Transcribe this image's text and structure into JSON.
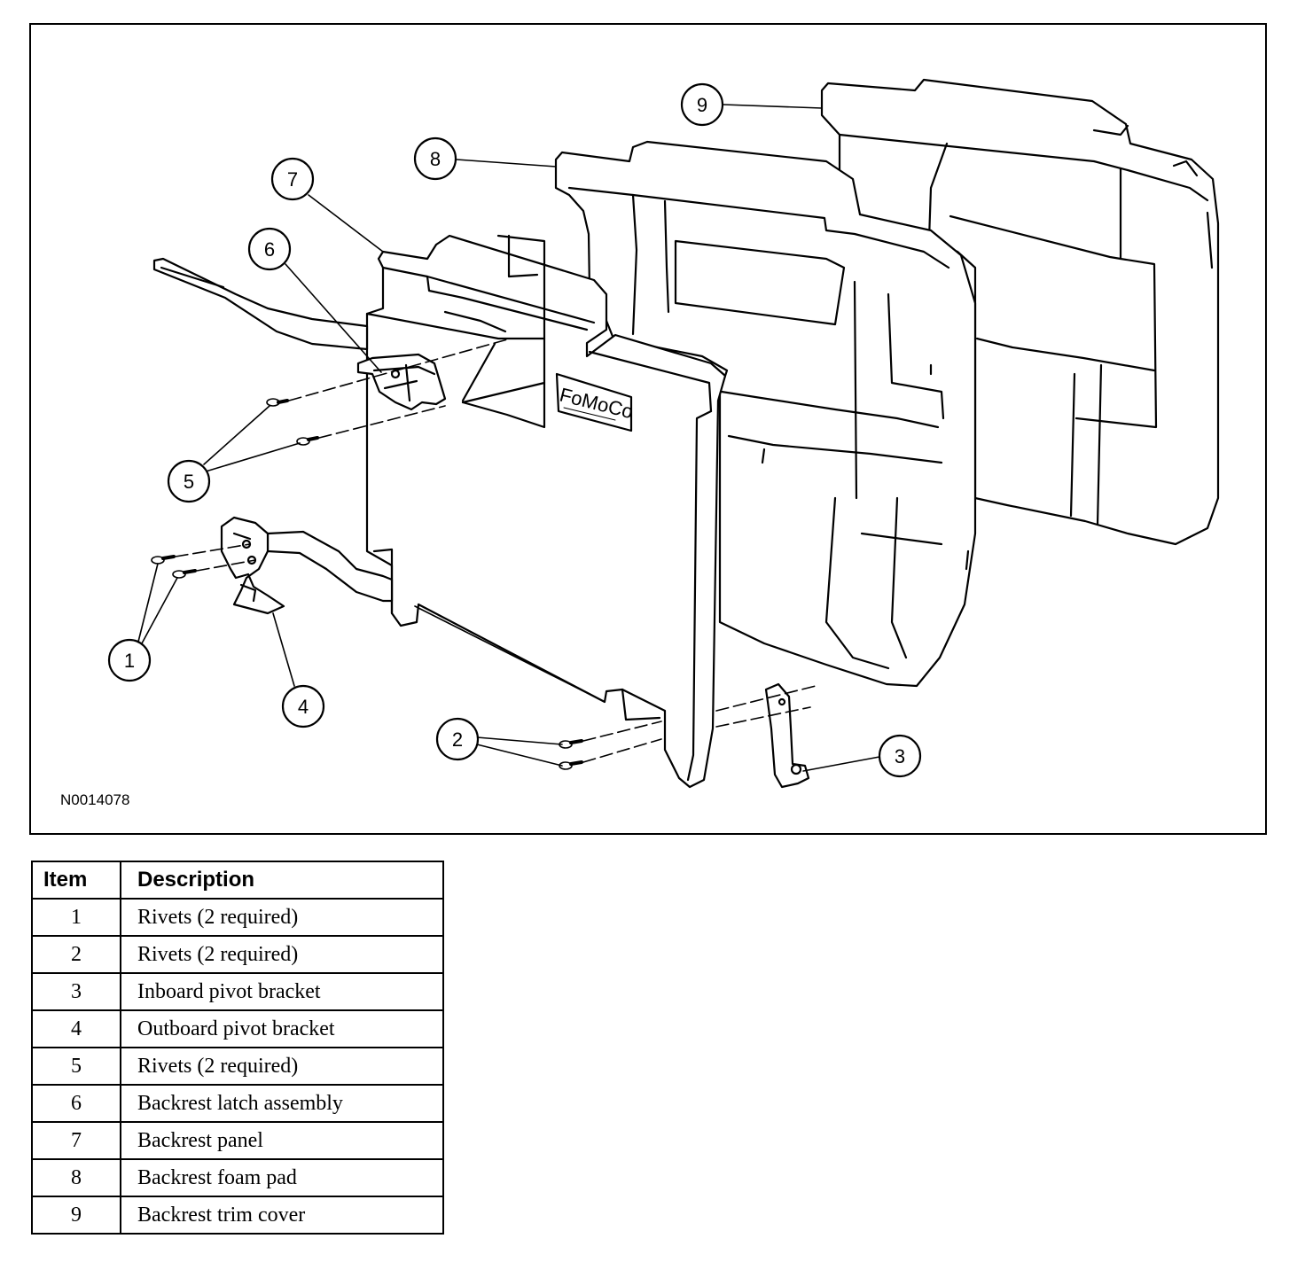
{
  "diagram": {
    "figure_id": "N0014078",
    "callouts": [
      "1",
      "2",
      "3",
      "4",
      "5",
      "6",
      "7",
      "8",
      "9"
    ],
    "logo_text": "FoMoCo"
  },
  "legend": {
    "header_item": "Item",
    "header_description": "Description",
    "rows": [
      {
        "item": "1",
        "description": "Rivets (2 required)"
      },
      {
        "item": "2",
        "description": "Rivets (2 required)"
      },
      {
        "item": "3",
        "description": "Inboard pivot bracket"
      },
      {
        "item": "4",
        "description": "Outboard pivot bracket"
      },
      {
        "item": "5",
        "description": "Rivets (2 required)"
      },
      {
        "item": "6",
        "description": "Backrest latch assembly"
      },
      {
        "item": "7",
        "description": "Backrest panel"
      },
      {
        "item": "8",
        "description": "Backrest foam pad"
      },
      {
        "item": "9",
        "description": "Backrest trim cover"
      }
    ]
  }
}
